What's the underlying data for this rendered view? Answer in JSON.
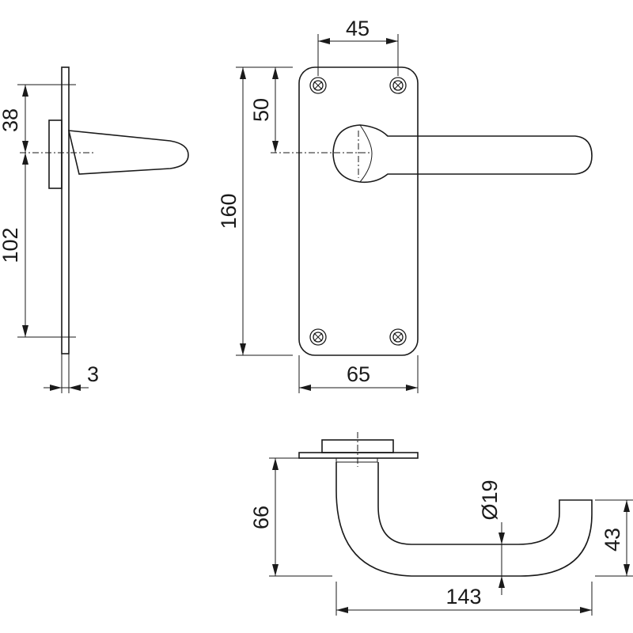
{
  "side_view": {
    "dim_top": "38",
    "dim_bottom": "102",
    "dim_thickness": "3"
  },
  "front_view": {
    "dim_screw_spacing": "45",
    "dim_spindle_height": "50",
    "dim_plate_height": "160",
    "dim_plate_width": "65"
  },
  "top_view": {
    "dim_projection": "66",
    "dim_diameter": "Ø19",
    "dim_lever_height": "43",
    "dim_lever_length": "143"
  }
}
